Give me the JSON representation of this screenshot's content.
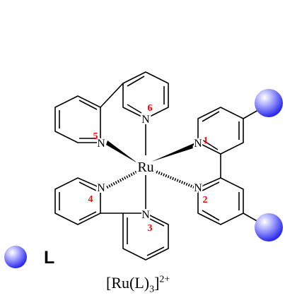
{
  "metal": "Ru",
  "ligand_legend": {
    "symbol": "L",
    "color": "#3a3aff"
  },
  "nitrogen_atom": "N",
  "labels": [
    {
      "id": "1",
      "text": "1"
    },
    {
      "id": "2",
      "text": "2"
    },
    {
      "id": "3",
      "text": "3"
    },
    {
      "id": "4",
      "text": "4"
    },
    {
      "id": "5",
      "text": "5"
    },
    {
      "id": "6",
      "text": "6"
    }
  ],
  "label_color": "#ff0000",
  "formula": {
    "open": "[Ru(L)",
    "sub": "3",
    "close": "]",
    "sup": "2+"
  }
}
